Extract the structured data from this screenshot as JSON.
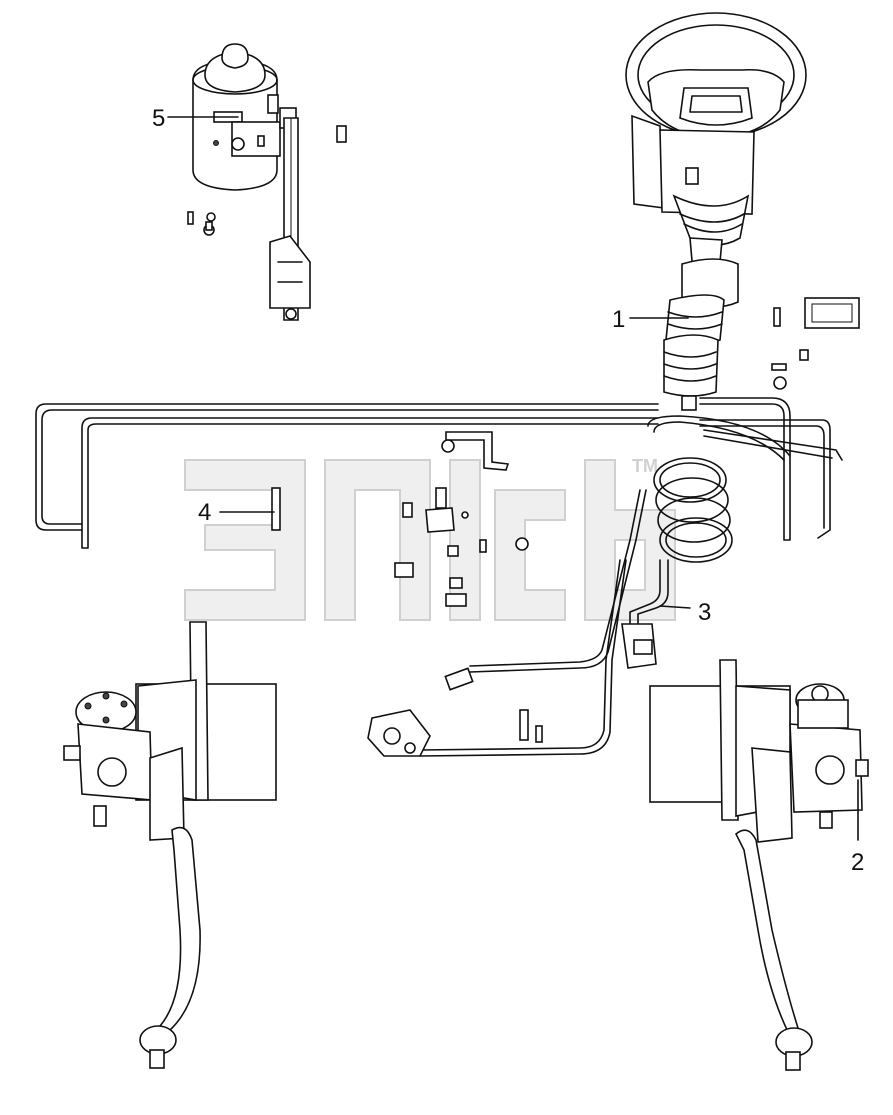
{
  "diagram": {
    "callouts": [
      {
        "id": "1",
        "text": "1"
      },
      {
        "id": "2",
        "text": "2"
      },
      {
        "id": "3",
        "text": "3"
      },
      {
        "id": "4",
        "text": "4"
      },
      {
        "id": "5",
        "text": "5"
      }
    ],
    "watermark": {
      "trademark": "TM"
    }
  }
}
